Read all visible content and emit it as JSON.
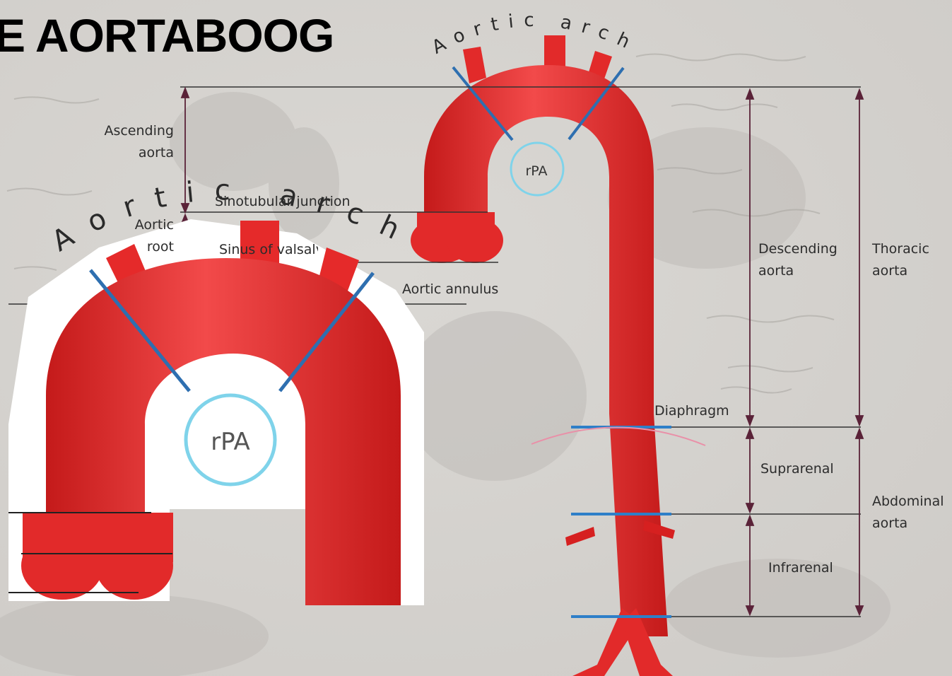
{
  "title": "E AORTABOOG",
  "colors": {
    "aorta": "#e52a2a",
    "aorta_dark": "#b81616",
    "cut_line": "#2e6fb0",
    "rpa_ring": "#7fd3ea",
    "measure": "#5a2238",
    "background": "#d7d5d2"
  },
  "arc_label": "Aortic arch",
  "rpa_label": "rPA",
  "labels": {
    "ascending_aorta_line1": "Ascending",
    "ascending_aorta_line2": "aorta",
    "sinotubular_junction": "Sinotubular junction",
    "aortic_root_line1": "Aortic",
    "aortic_root_line2": "root",
    "sinus_of_valsalva": "Sinus of valsalva",
    "aortic_annulus": "Aortic annulus",
    "descending_aorta_line1": "Descending",
    "descending_aorta_line2": "aorta",
    "thoracic_aorta_line1": "Thoracic",
    "thoracic_aorta_line2": "aorta",
    "diaphragm": "Diaphragm",
    "suprarenal": "Suprarenal",
    "abdominal_aorta_line1": "Abdominal",
    "abdominal_aorta_line2": "aorta",
    "infrarenal": "Infrarenal"
  }
}
